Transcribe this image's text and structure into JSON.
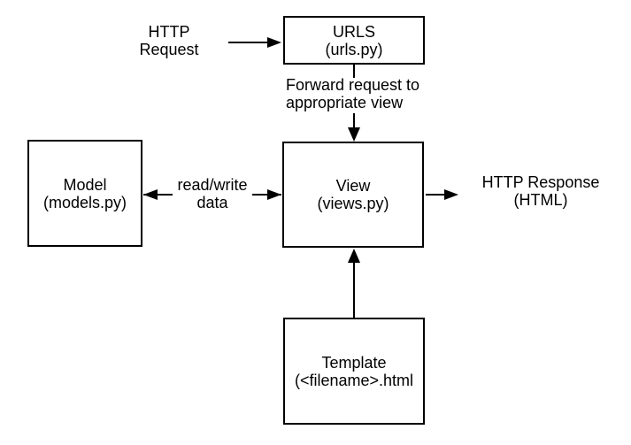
{
  "colors": {
    "stroke": "#000000",
    "text": "#000000",
    "background": "#ffffff"
  },
  "nodes": {
    "urls": {
      "line1": "URLS",
      "line2": "(urls.py)"
    },
    "model": {
      "line1": "Model",
      "line2": "(models.py)"
    },
    "view": {
      "line1": "View",
      "line2": "(views.py)"
    },
    "template": {
      "line1": "Template",
      "line2": "(<filename>.html"
    }
  },
  "labels": {
    "http_request": {
      "line1": "HTTP",
      "line2": "Request"
    },
    "forward": {
      "line1": "Forward request to",
      "line2": "appropriate view"
    },
    "read_write": {
      "line1": "read/write",
      "line2": "data"
    },
    "http_response": {
      "line1": "HTTP Response",
      "line2": "(HTML)"
    }
  },
  "edges": [
    {
      "from": "HTTP Request",
      "to": "URLS (urls.py)",
      "direction": "right",
      "label": ""
    },
    {
      "from": "URLS (urls.py)",
      "to": "View (views.py)",
      "direction": "down",
      "label": "Forward request to appropriate view"
    },
    {
      "from": "View (views.py)",
      "to": "Model (models.py)",
      "direction": "both",
      "label": "read/write data"
    },
    {
      "from": "View (views.py)",
      "to": "HTTP Response (HTML)",
      "direction": "right",
      "label": ""
    },
    {
      "from": "Template (<filename>.html",
      "to": "View (views.py)",
      "direction": "up",
      "label": ""
    }
  ]
}
